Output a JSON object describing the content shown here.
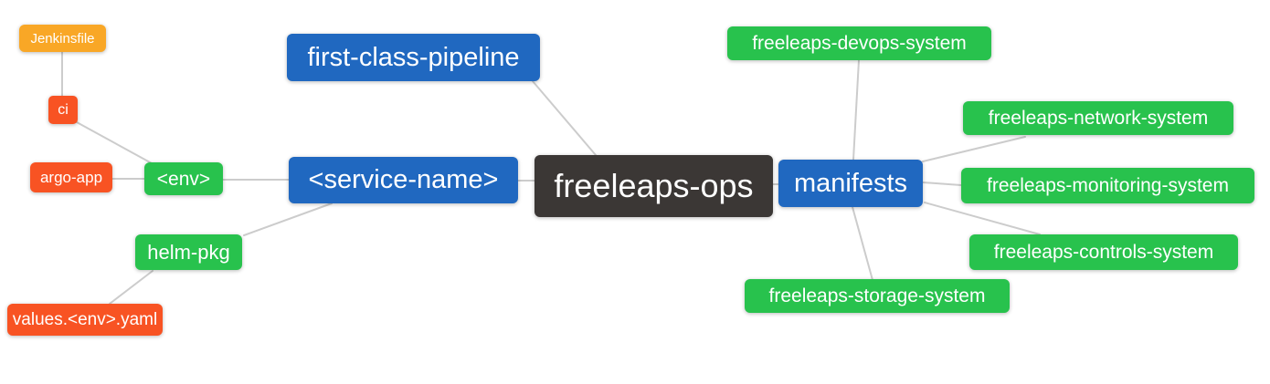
{
  "diagram": {
    "palette": {
      "node-blue": "#2068c0",
      "node-green": "#28c24d",
      "node-orange": "#f9a726",
      "node-red": "#f85323",
      "node-dark": "#3b3735",
      "edge": "#cccccc",
      "text": "#ffffff",
      "background": "#ffffff"
    },
    "nodes": {
      "freeleaps_ops": {
        "label": "freeleaps-ops"
      },
      "first_class_pipeline": {
        "label": "first-class-pipeline"
      },
      "service_name": {
        "label": "<service-name>"
      },
      "manifests": {
        "label": "manifests"
      },
      "env": {
        "label": "<env>"
      },
      "helm_pkg": {
        "label": "helm-pkg"
      },
      "ci": {
        "label": "ci"
      },
      "jenkinsfile": {
        "label": "Jenkinsfile"
      },
      "argo_app": {
        "label": "argo-app"
      },
      "values_env_yaml": {
        "label": "values.<env>.yaml"
      },
      "devops_system": {
        "label": "freeleaps-devops-system"
      },
      "network_system": {
        "label": "freeleaps-network-system"
      },
      "monitoring_system": {
        "label": "freeleaps-monitoring-system"
      },
      "controls_system": {
        "label": "freeleaps-controls-system"
      },
      "storage_system": {
        "label": "freeleaps-storage-system"
      }
    },
    "edges": [
      {
        "from": "freeleaps_ops",
        "to": "first_class_pipeline"
      },
      {
        "from": "freeleaps_ops",
        "to": "service_name"
      },
      {
        "from": "freeleaps_ops",
        "to": "manifests"
      },
      {
        "from": "service_name",
        "to": "env"
      },
      {
        "from": "service_name",
        "to": "helm_pkg"
      },
      {
        "from": "env",
        "to": "ci"
      },
      {
        "from": "env",
        "to": "argo_app"
      },
      {
        "from": "ci",
        "to": "jenkinsfile"
      },
      {
        "from": "helm_pkg",
        "to": "values_env_yaml"
      },
      {
        "from": "manifests",
        "to": "devops_system"
      },
      {
        "from": "manifests",
        "to": "network_system"
      },
      {
        "from": "manifests",
        "to": "monitoring_system"
      },
      {
        "from": "manifests",
        "to": "controls_system"
      },
      {
        "from": "manifests",
        "to": "storage_system"
      }
    ]
  }
}
